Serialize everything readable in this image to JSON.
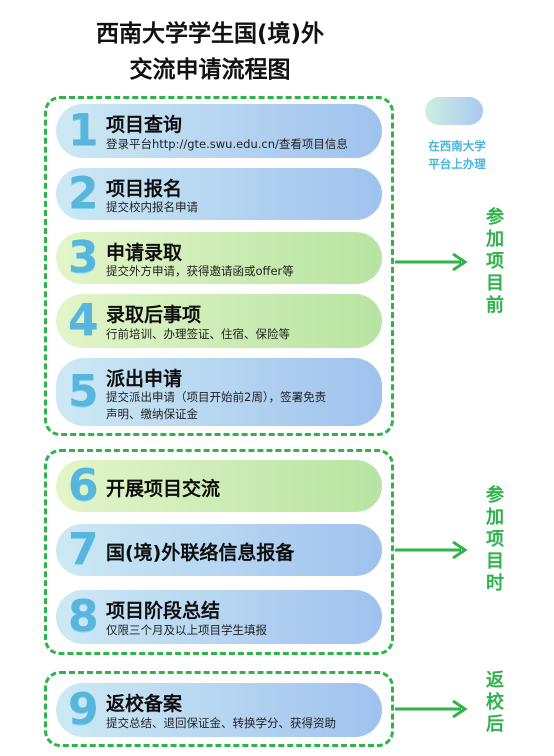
{
  "title": {
    "line1": "西南大学学生国(境)外",
    "line2": "交流申请流程图"
  },
  "legend": {
    "line1": "在西南大学",
    "line2": "平台上办理"
  },
  "phases": [
    {
      "label_chars": [
        "参",
        "加",
        "项",
        "目",
        "前"
      ]
    },
    {
      "label_chars": [
        "参",
        "加",
        "项",
        "目",
        "时"
      ]
    },
    {
      "label_chars": [
        "返",
        "校",
        "后"
      ]
    }
  ],
  "steps": [
    {
      "number": "1",
      "title": "项目查询",
      "desc": [
        "登录平台http://gte.swu.edu.cn/查看项目信息"
      ],
      "color": "blue"
    },
    {
      "number": "2",
      "title": "项目报名",
      "desc": [
        "提交校内报名申请"
      ],
      "color": "blue"
    },
    {
      "number": "3",
      "title": "申请录取",
      "desc": [
        "提交外方申请，获得邀请函或offer等"
      ],
      "color": "green"
    },
    {
      "number": "4",
      "title": "录取后事项",
      "desc": [
        "行前培训、办理签证、住宿、保险等"
      ],
      "color": "green"
    },
    {
      "number": "5",
      "title": "派出申请",
      "desc": [
        "提交派出申请（项目开始前2周），签署免责",
        "声明、缴纳保证金"
      ],
      "color": "blue"
    },
    {
      "number": "6",
      "title": "开展项目交流",
      "desc": [],
      "color": "green"
    },
    {
      "number": "7",
      "title": "国(境)外联络信息报备",
      "desc": [],
      "color": "blue"
    },
    {
      "number": "8",
      "title": "项目阶段总结",
      "desc": [
        "仅限三个月及以上项目学生填报"
      ],
      "color": "blue"
    },
    {
      "number": "9",
      "title": "返校备案",
      "desc": [
        "提交总结、退回保证金、转换学分、获得资助"
      ],
      "color": "blue"
    }
  ],
  "colors": {
    "accent_green": "#2fb34a",
    "number_blue": "#58b6dc",
    "legend_text": "#4ab5dc"
  }
}
